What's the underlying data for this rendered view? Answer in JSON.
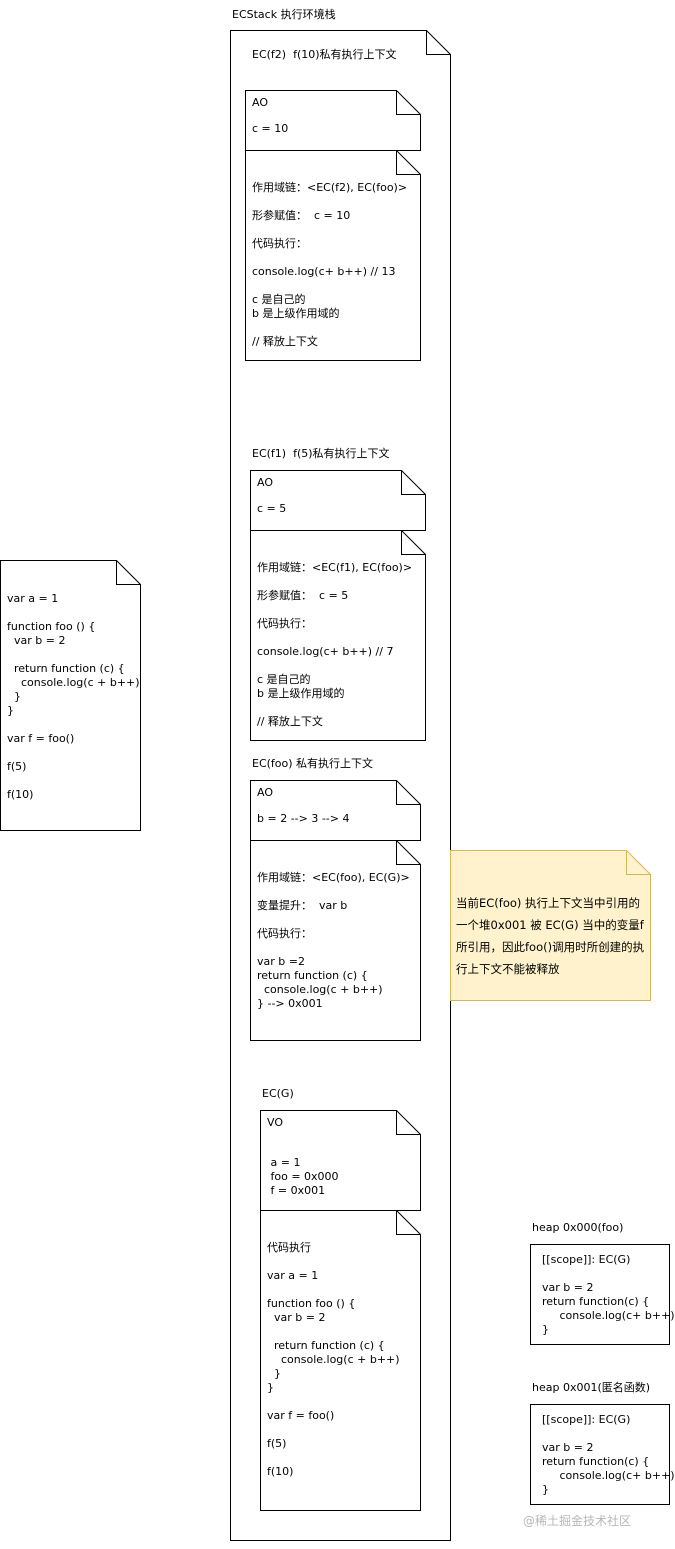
{
  "ecstack": {
    "title": "ECStack 执行环境栈",
    "ec_f2": {
      "title": "EC(f2)  f(10)私有执行上下文",
      "ao_label": "AO",
      "ao_value": "c = 10",
      "body": "作用域链：<EC(f2), EC(foo)>\n\n形参赋值：  c = 10\n\n代码执行：\n\nconsole.log(c+ b++) // 13\n\nc 是自己的\nb 是上级作用域的\n\n// 释放上下文"
    },
    "ec_f1": {
      "title": "EC(f1)  f(5)私有执行上下文",
      "ao_label": "AO",
      "ao_value": "c = 5",
      "body": "作用域链：<EC(f1), EC(foo)>\n\n形参赋值：  c = 5\n\n代码执行：\n\nconsole.log(c+ b++) // 7\n\nc 是自己的\nb 是上级作用域的\n\n// 释放上下文"
    },
    "ec_foo": {
      "title": "EC(foo) 私有执行上下文",
      "ao_label": "AO",
      "ao_value": "b = 2 --> 3 --> 4",
      "body": "作用域链：<EC(foo), EC(G)>\n\n变量提升：  var b\n\n代码执行：\n\nvar b =2\nreturn function (c) {\n  console.log(c + b++)\n} --> 0x001"
    },
    "ec_g": {
      "title": "EC(G)",
      "vo_label": "VO",
      "vo_value": " a = 1\n foo = 0x000\n f = 0x001",
      "body": "代码执行\n\nvar a = 1\n\nfunction foo () {\n  var b = 2\n\n  return function (c) {\n    console.log(c + b++)\n  }\n}\n\nvar f = foo()\n\nf(5)\n\nf(10)"
    }
  },
  "source_code": "var a = 1\n\nfunction foo () {\n  var b = 2\n\n  return function (c) {\n    console.log(c + b++)\n  }\n}\n\nvar f = foo()\n\nf(5)\n\nf(10)",
  "note": {
    "text": "当前EC(foo) 执行上下文当中引用的一个堆0x001 被 EC(G) 当中的变量f所引用，因此foo()调用时所创建的执行上下文不能被释放",
    "fill": "#fff2cc",
    "stroke": "#d6b656"
  },
  "heap_foo": {
    "title": "heap 0x000(foo)",
    "body": "[[scope]]: EC(G)\n\nvar b = 2\nreturn function(c) {\n     console.log(c+ b++)\n}"
  },
  "heap_anon": {
    "title": "heap 0x001(匿名函数)",
    "body": "[[scope]]: EC(G)\n\nvar b = 2\nreturn function(c) {\n     console.log(c+ b++)\n}"
  },
  "watermark": "@稀土掘金技术社区"
}
